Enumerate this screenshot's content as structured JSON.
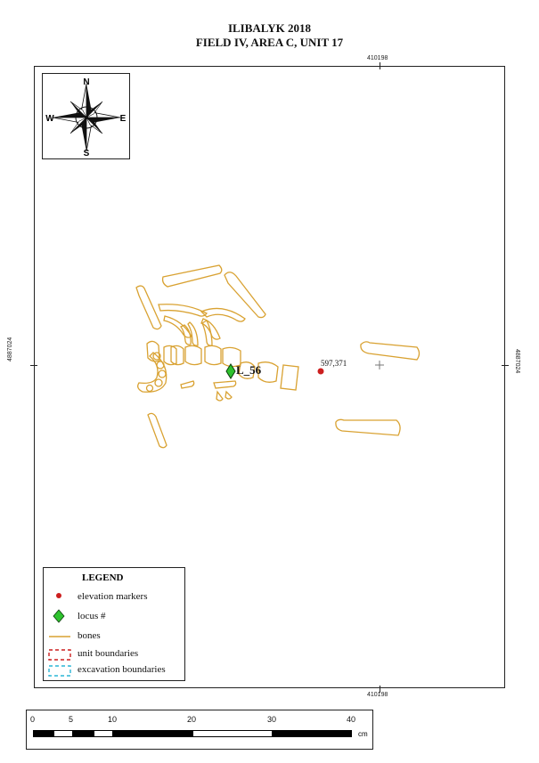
{
  "map": {
    "title_line1": "ILIBALYK 2018",
    "title_line2": "FIELD IV, AREA C, UNIT 17",
    "coord_easting_top": "410198",
    "coord_easting_bottom": "410198",
    "coord_northing_left": "4887024",
    "coord_northing_right": "4887024"
  },
  "compass": {
    "n": "N",
    "s": "S",
    "e": "E",
    "w": "W"
  },
  "features": {
    "locus_label": "L_56",
    "elevation_label": "597,371"
  },
  "legend": {
    "title": "LEGEND",
    "items": [
      {
        "label": "elevation markers",
        "icon": "red-dot",
        "color": "#cc1f1f"
      },
      {
        "label": "locus #",
        "icon": "green-diamond",
        "color": "#2ec22e"
      },
      {
        "label": "bones",
        "icon": "orange-line",
        "color": "#d9a232"
      },
      {
        "label": "unit boundaries",
        "icon": "red-dashed-box",
        "color": "#cc1f1f"
      },
      {
        "label": "excavation boundaries",
        "icon": "cyan-dashed-box",
        "color": "#2ab5d6"
      }
    ]
  },
  "scale": {
    "labels": [
      "0",
      "5",
      "10",
      "20",
      "30",
      "40"
    ],
    "unit": "cm"
  },
  "colors": {
    "bones": "#d9a232",
    "frame": "#222222"
  }
}
